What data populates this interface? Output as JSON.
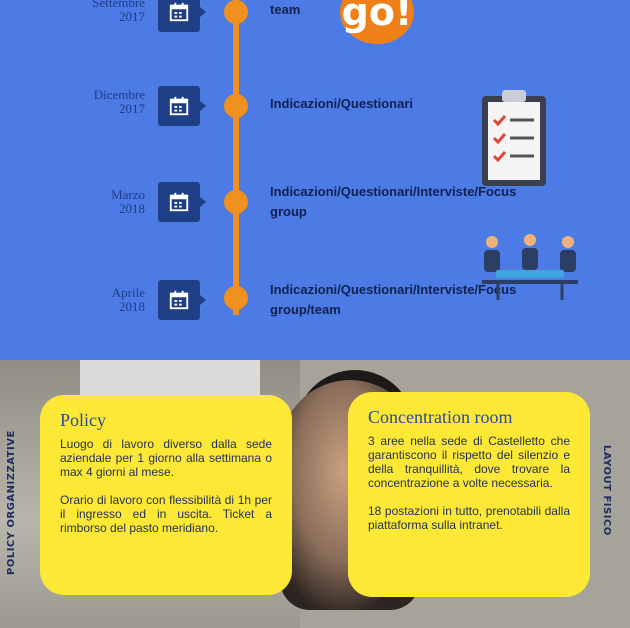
{
  "timeline": {
    "rows": [
      {
        "date_line1": "Settembre",
        "date_line2": "2017",
        "text": "team"
      },
      {
        "date_line1": "Dicembre",
        "date_line2": "2017",
        "text": "Indicazioni/Questionari"
      },
      {
        "date_line1": "Marzo",
        "date_line2": "2018",
        "text": "Indicazioni/Questionari/Interviste/Focus group"
      },
      {
        "date_line1": "Aprile",
        "date_line2": "2018",
        "text": "Indicazioni/Questionari/Interviste/Focus group/team"
      }
    ],
    "logo_text": "go!",
    "colors": {
      "background": "#4d7be6",
      "line": "#f0901e",
      "calendar": "#1e3f86"
    }
  },
  "policy_card": {
    "title": "Policy",
    "paragraph1": "Luogo di lavoro diverso dalla sede aziendale per 1 giorno alla settimana o max 4 giorni al mese.",
    "paragraph2": "Orario di lavoro con flessibilità di 1h per il ingresso ed in uscita. Ticket a rimborso del pasto meridiano."
  },
  "concentration_card": {
    "title": "Concentration room",
    "paragraph1": "3 aree nella sede di Castelletto che garantiscono il rispetto del silenzio e della tranquillità, dove trovare la concentrazione a volte necessaria.",
    "paragraph2": "18 postazioni in tutto, prenotabili dalla piattaforma sulla intranet."
  },
  "side_labels": {
    "left": "POLICY ORGANIZZATIVE",
    "right": "LAYOUT FISICO"
  },
  "colors": {
    "card": "#fde935",
    "title": "#2a4aa0"
  }
}
